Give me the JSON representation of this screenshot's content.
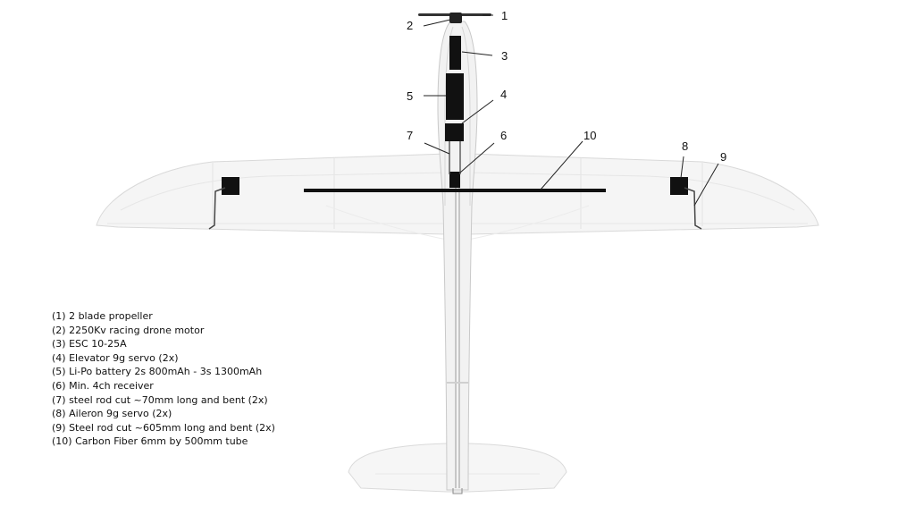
{
  "callouts": [
    {
      "number": "1"
    },
    {
      "number": "2"
    },
    {
      "number": "3"
    },
    {
      "number": "4"
    },
    {
      "number": "5"
    },
    {
      "number": "6"
    },
    {
      "number": "7"
    },
    {
      "number": "8"
    },
    {
      "number": "9"
    },
    {
      "number": "10"
    }
  ],
  "legend": [
    "(1) 2 blade propeller",
    "(2) 2250Kv racing drone motor",
    "(3) ESC 10-25A",
    "(4) Elevator 9g servo (2x)",
    "(5) Li-Po battery 2s 800mAh - 3s 1300mAh",
    "(6) Min. 4ch receiver",
    "(7) steel rod cut ~70mm long and bent (2x)",
    "(8) Aileron 9g servo (2x)",
    "(9) Steel rod cut ~605mm long and bent (2x)",
    "(10) Carbon Fiber 6mm by 500mm tube"
  ],
  "colors": {
    "component": "#111111",
    "airframe_outline": "#cfcfcf",
    "airframe_fill": "#f4f4f4"
  }
}
